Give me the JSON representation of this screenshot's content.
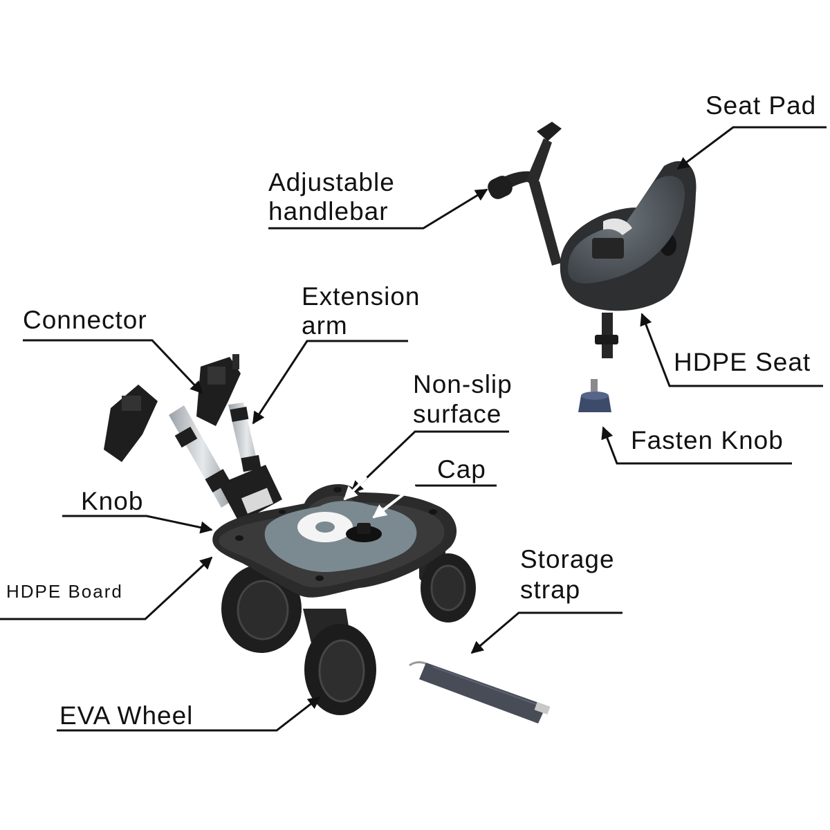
{
  "labels": {
    "seat_pad": "Seat Pad",
    "adjustable_handlebar_line1": "Adjustable",
    "adjustable_handlebar_line2": "handlebar",
    "extension_arm_line1": "Extension",
    "extension_arm_line2": "arm",
    "connector": "Connector",
    "non_slip_surface_line1": "Non-slip",
    "non_slip_surface_line2": "surface",
    "hdpe_seat": "HDPE Seat",
    "cap": "Cap",
    "fasten_knob": "Fasten Knob",
    "knob": "Knob",
    "hdpe_board": "HDPE Board",
    "storage_strap_line1": "Storage",
    "storage_strap_line2": "strap",
    "eva_wheel": "EVA Wheel"
  },
  "colors": {
    "text": "#111111",
    "leader_line": "#111111",
    "pointer_white": "#ffffff",
    "board_dark": "#2b2b2b",
    "board_surface": "#7b8a90",
    "seat_cushion": "#5b6268",
    "aluminium_arm": "#c9ced2",
    "strap": "#474c57",
    "knob_blue": "#3d4b6b"
  }
}
